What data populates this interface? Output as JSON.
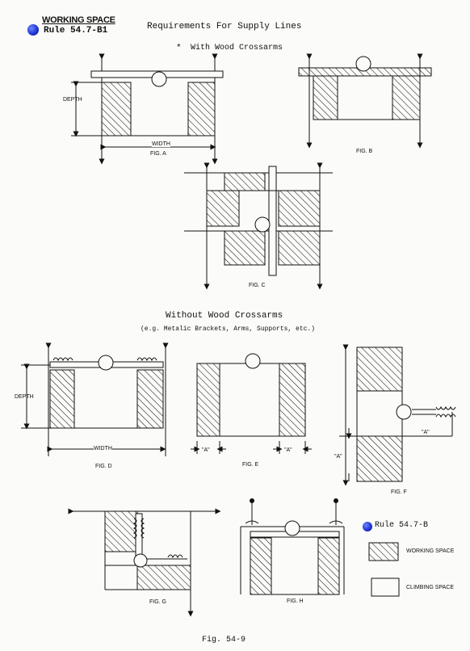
{
  "header": {
    "badge_line1": "WORKING SPACE",
    "badge_line2": "Rule 54.7-B1",
    "title": "Requirements For Supply Lines",
    "section1": "With Wood Crossarms",
    "asterisk": "*",
    "section2": "Without Wood Crossarms",
    "section2_sub": "(e.g. Metalic Brackets, Arms, Supports, etc.)"
  },
  "figures": {
    "a": "FIG. A",
    "b": "FIG. B",
    "c": "FIG. C",
    "d": "FIG. D",
    "e": "FIG. E",
    "f": "FIG. F",
    "g": "FIG. G",
    "h": "FIG. H"
  },
  "dimensions": {
    "depth": "DEPTH",
    "width": "WIDTH",
    "a_label": "\"A\""
  },
  "legend": {
    "rule": "Rule 54.7-B",
    "working": "WORKING SPACE",
    "climbing": "CLIMBING SPACE"
  },
  "caption": "Fig. 54-9",
  "colors": {
    "marker": "#1b2fd0",
    "ink": "#111111"
  }
}
